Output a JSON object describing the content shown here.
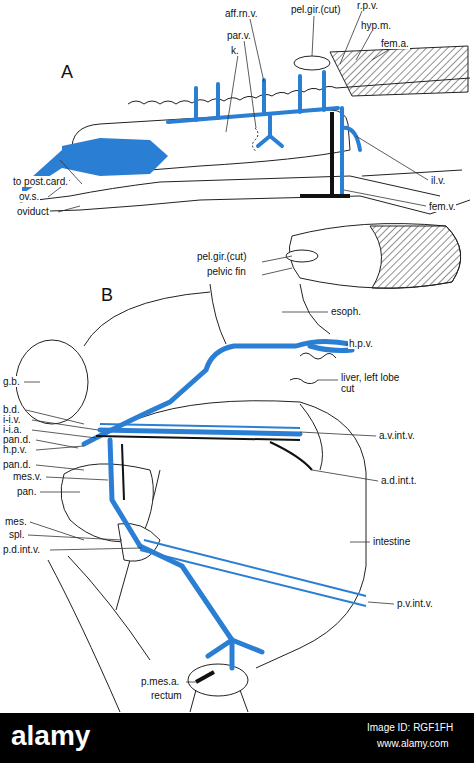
{
  "diagram": {
    "labels": [
      "A",
      "r.p.v.",
      "aff.rn.v.",
      "pel.gir.(cut)",
      "hyp.m.",
      "fem.a.",
      "par.v.",
      "k.",
      "il.v.",
      "fem.v.",
      "to post.card.",
      "ov.s.",
      "oviduct",
      "pel.gir.(cut)",
      "pelvic fin",
      "B",
      "esoph.",
      "h.p.v.",
      "g.b.",
      "liver, left lobe cut",
      "b.d.",
      "i-i.v.",
      "i-i.a.",
      "pan.d.",
      "h.p.v.",
      "pan.d.",
      "mes.v.",
      "pan.",
      "a.v.int.v.",
      "a.d.int.t.",
      "mes.",
      "intestine",
      "spl.",
      "p.d.int.v.",
      "p.v.int.v.",
      "p.mes.a.",
      "rectum",
      "alamy",
      "Image ID: RGF1FH",
      "www.alamy.com"
    ]
  }
}
